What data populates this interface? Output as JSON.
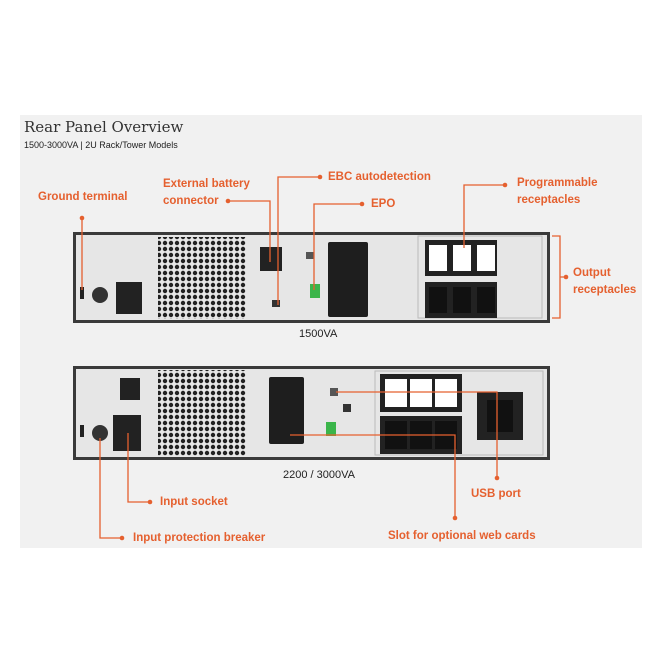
{
  "header": {
    "title": "Rear Panel Overview",
    "subtitle": "1500-3000VA | 2U Rack/Tower Models"
  },
  "colors": {
    "accent": "#e5602f",
    "background": "#f1f1f1",
    "chassis": "#3a3a3a",
    "plate": "#e4e4e4"
  },
  "units": {
    "top": "1500VA",
    "bottom": "2200 / 3000VA"
  },
  "callouts": {
    "ground_terminal": "Ground terminal",
    "external_battery_1": "External battery",
    "external_battery_2": "connector",
    "ebc_autodetection": "EBC autodetection",
    "epo": "EPO",
    "programmable_1": "Programmable",
    "programmable_2": "receptacles",
    "output_1": "Output",
    "output_2": "receptacles",
    "input_socket": "Input socket",
    "input_breaker": "Input protection breaker",
    "usb_port": "USB port",
    "web_card_slot": "Slot for optional web cards"
  }
}
